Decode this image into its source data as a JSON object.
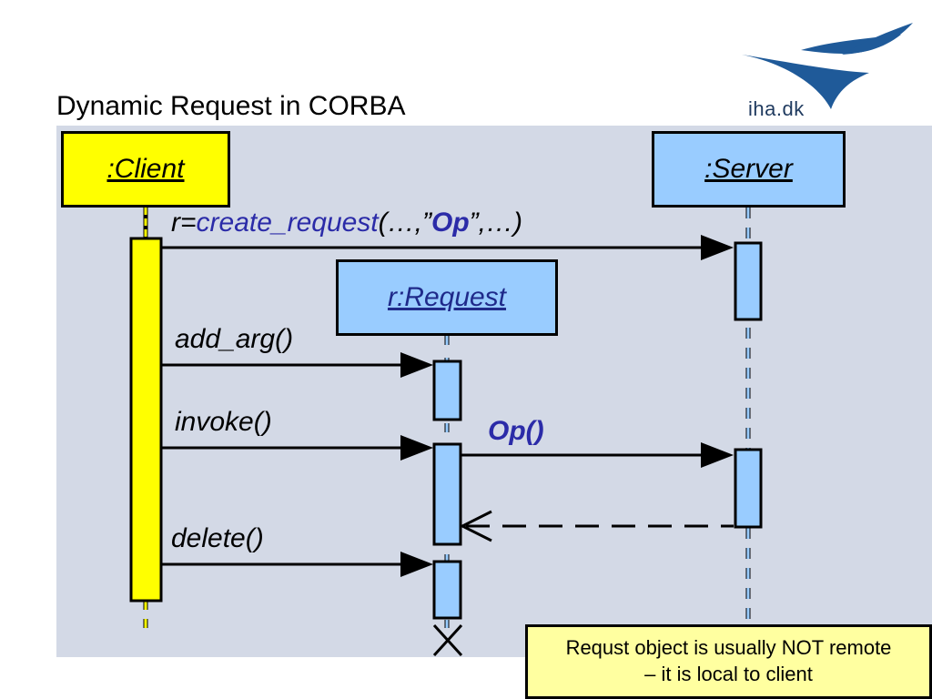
{
  "slide": {
    "title": "Dynamic Request in CORBA",
    "logo_text": "iha.dk"
  },
  "objects": {
    "client": ":Client",
    "server": ":Server",
    "request": "r:Request"
  },
  "messages": {
    "create_request": {
      "prefix": "r=",
      "fn": "create_request",
      "args_open": "(…,”",
      "op": "Op",
      "args_close": "”,…)"
    },
    "add_arg": "add_arg()",
    "invoke": "invoke()",
    "op_call": "Op()",
    "delete": "delete()"
  },
  "note": {
    "line1": "Requst object is usually NOT remote",
    "line2": "– it is local to client"
  },
  "colors": {
    "client": "#ffff00",
    "server": "#99ccff",
    "request": "#99ccff",
    "panel": "#d3d9e6",
    "note": "#ffffa0",
    "logo": "#1f5a99"
  }
}
